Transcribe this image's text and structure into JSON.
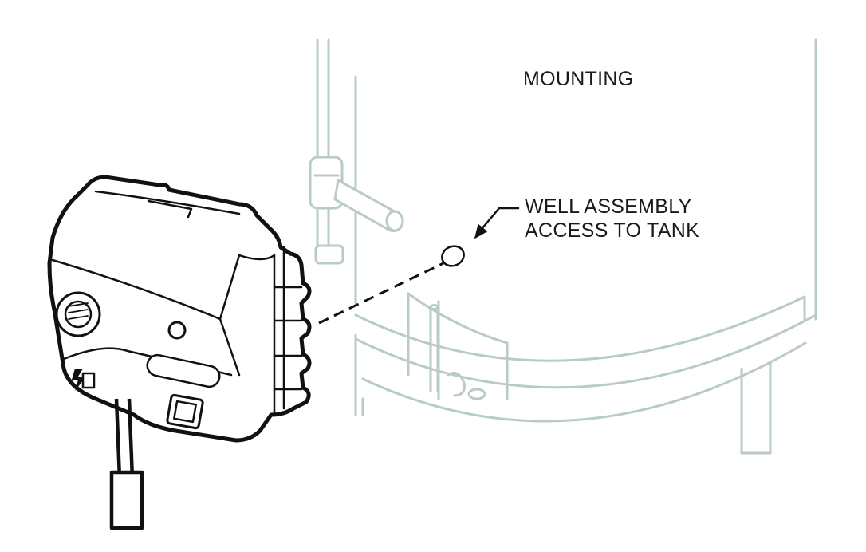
{
  "diagram": {
    "title": "MOUNTING",
    "callout": {
      "line1": "WELL ASSEMBLY",
      "line2": "ACCESS TO TANK"
    },
    "colors": {
      "ink": "#111111",
      "tank_outline": "#b9cbc9",
      "background": "#ffffff"
    },
    "parts": [
      "water-heater-tank",
      "gas-control-valve",
      "well-assembly-opening",
      "pipe-bracket",
      "sensor-probe"
    ]
  }
}
